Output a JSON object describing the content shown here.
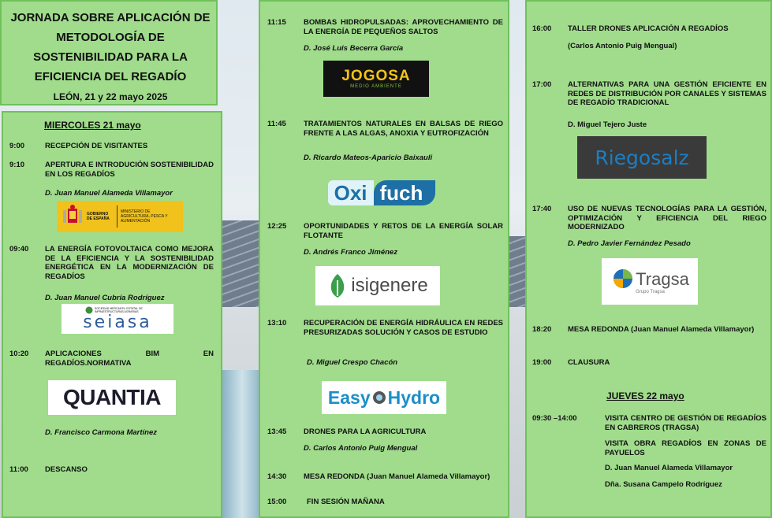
{
  "title": {
    "lines": [
      "JORNADA SOBRE APLICACIÓN DE",
      "METODOLOGÍA DE",
      "SOSTENIBILIDAD PARA LA",
      "EFICIENCIA DEL REGADÍO"
    ],
    "date": "LEÓN, 21 y 22 mayo 2025"
  },
  "wednesday": {
    "heading": "MIERCOLES 21 mayo",
    "items": [
      {
        "time": "9:00",
        "text": "RECEPCIÓN DE VISITANTES"
      },
      {
        "time": "9:10",
        "text": "APERTURA E INTRODUCIÓN SOSTENIBILIDAD EN LOS REGADÍOS",
        "speaker": "D. Juan Manuel Alameda Villamayor"
      },
      {
        "time": "09:40",
        "text": "LA ENERGÍA FOTOVOLTAICA COMO MEJORA DE LA EFICIENCIA Y LA SOSTENIBILIDAD ENERGÉTICA EN LA MODERNIZACIÓN DE REGADÍOS",
        "speaker": "D. Juan Manuel Cubría Rodríguez"
      },
      {
        "time": "10:20",
        "text": "APLICACIONES BIM EN REGADÍOS.NORMATIVA",
        "speaker": "D. Francisco Carmona Martínez"
      },
      {
        "time": "11:00",
        "text": "DESCANSO"
      }
    ],
    "logos": {
      "gobierno": {
        "left": "GOBIERNO DE ESPAÑA",
        "right": "MINISTERIO DE AGRICULTURA, PESCA Y ALIMENTACIÓN"
      },
      "seiasa": {
        "top": "SOCIEDAD MERCANTIL ESTATAL DE INFRAESTRUCTURAS AGRARIAS",
        "name": "seiasa"
      },
      "quantia": {
        "name": "QUANTIA"
      }
    }
  },
  "col2": {
    "items": [
      {
        "time": "11:15",
        "text": "BOMBAS HIDROPULSADAS: APROVECHAMIENTO DE LA ENERGÍA DE PEQUEÑOS SALTOS",
        "speaker": "D. José Luis Becerra García"
      },
      {
        "time": "11:45",
        "text": "TRATAMIENTOS NATURALES EN BALSAS DE RIEGO FRENTE A LAS ALGAS, ANOXIA Y EUTROFIZACIÓN",
        "speaker": "D. Ricardo Mateos-Aparicio Baixauli"
      },
      {
        "time": "12:25",
        "text": "OPORTUNIDADES Y RETOS DE LA ENERGÍA SOLAR FLOTANTE",
        "speaker": "D. Andrés Franco Jiménez"
      },
      {
        "time": "13:10",
        "text": "RECUPERACIÓN DE ENERGÍA HIDRÁULICA EN REDES PRESURIZADAS SOLUCIÓN Y CASOS DE ESTUDIO",
        "speaker": "D. Miguel Crespo Chacón"
      },
      {
        "time": "13:45",
        "text": "DRONES PARA LA AGRICULTURA",
        "speaker": "D. Carlos Antonio Puig Mengual"
      },
      {
        "time": "14:30",
        "text": "MESA REDONDA (Juan Manuel Alameda Villamayor)"
      },
      {
        "time": "15:00",
        "text": "FIN SESIÓN MAÑANA"
      }
    ],
    "logos": {
      "jogosa": {
        "name": "JOGOSA",
        "sub": "MEDIO AMBIENTE"
      },
      "oxifuch": {
        "a": "Oxi",
        "b": "fuch"
      },
      "isigenere": {
        "name": "isigenere"
      },
      "easyhydro": {
        "a": "Easy",
        "b": "Hydro"
      }
    }
  },
  "col3": {
    "items": [
      {
        "time": "16:00",
        "text": "TALLER DRONES APLICACIÓN A REGADÍOS",
        "speaker": "(Carlos Antonio Puig  Mengual)"
      },
      {
        "time": "17:00",
        "text": "ALTERNATIVAS PARA UNA GESTIÓN EFICIENTE EN REDES DE DISTRIBUCIÓN POR CANALES Y SISTEMAS DE REGADÍO TRADICIONAL",
        "speaker": "D. Miguel Tejero Juste"
      },
      {
        "time": "17:40",
        "text": "USO DE NUEVAS TECNOLOGÍAS PARA LA GESTIÓN, OPTIMIZACIÓN Y EFICIENCIA DEL RIEGO MODERNIZADO",
        "speaker": "D. Pedro Javier Fernández  Pesado"
      },
      {
        "time": "18:20",
        "text": "MESA REDONDA (Juan Manuel Alameda Villamayor)"
      },
      {
        "time": "19:00",
        "text": "CLAUSURA"
      }
    ],
    "thursday": {
      "heading": "JUEVES  22 mayo",
      "time": "09:30 –14:00",
      "visit1": "VISITA CENTRO DE GESTIÓN DE REGADÍOS EN CABREROS (TRAGSA)",
      "visit2": "VISITA OBRA REGADÍOS EN ZONAS DE PAYUELOS",
      "people": [
        "D. Juan Manuel Alameda Villamayor",
        "Dña. Susana Campelo Rodríguez"
      ]
    },
    "logos": {
      "riegosalz": {
        "name": "Riegosalz"
      },
      "tragsa": {
        "name": "Tragsa",
        "sub": "Grupo Tragsa"
      }
    }
  },
  "colors": {
    "panel": "#a0dc8c",
    "border": "#71c15a"
  }
}
